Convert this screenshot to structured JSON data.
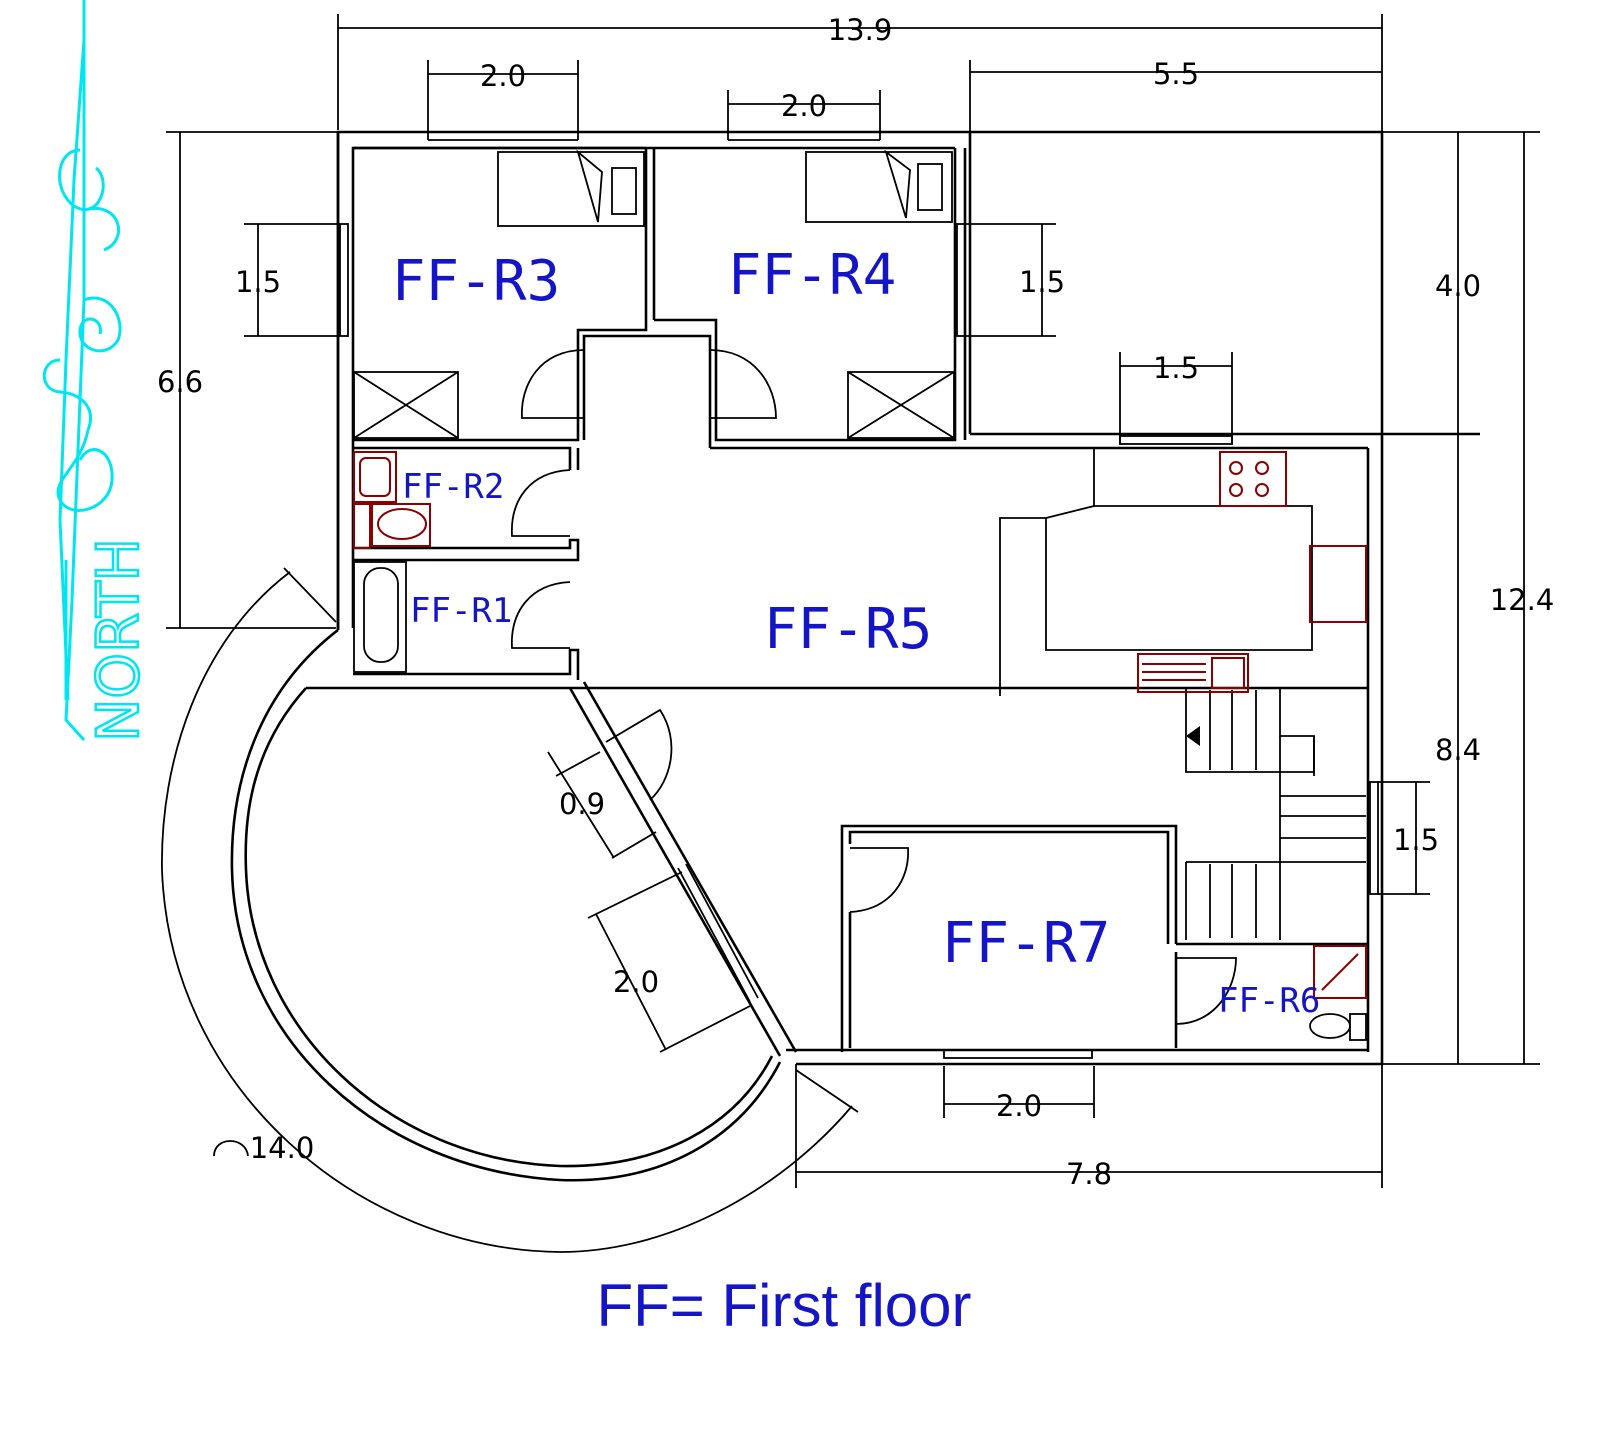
{
  "rooms": {
    "r1": "FF-R1",
    "r2": "FF-R2",
    "r3": "FF-R3",
    "r4": "FF-R4",
    "r5": "FF-R5",
    "r6": "FF-R6",
    "r7": "FF-R7"
  },
  "dimensions": {
    "overall_width": "13.9",
    "right_top_width": "5.5",
    "window_r3": "2.0",
    "window_r4": "2.0",
    "window_left": "1.5",
    "window_r4_right": "1.5",
    "right_upper_height": "4.0",
    "kitchen_window": "1.5",
    "left_height": "6.6",
    "total_height": "12.4",
    "right_lower_height": "8.4",
    "stair_window": "1.5",
    "door_width": "0.9",
    "curved_window": "2.0",
    "bottom_window": "2.0",
    "bottom_width": "7.8",
    "arc_length": "14.0"
  },
  "north_label": "NORTH",
  "caption": "FF= First floor",
  "colors": {
    "room_label": "#1515c8",
    "fixtures": "#8b0000",
    "north_arrow": "#00e5f0",
    "walls": "#000000"
  }
}
